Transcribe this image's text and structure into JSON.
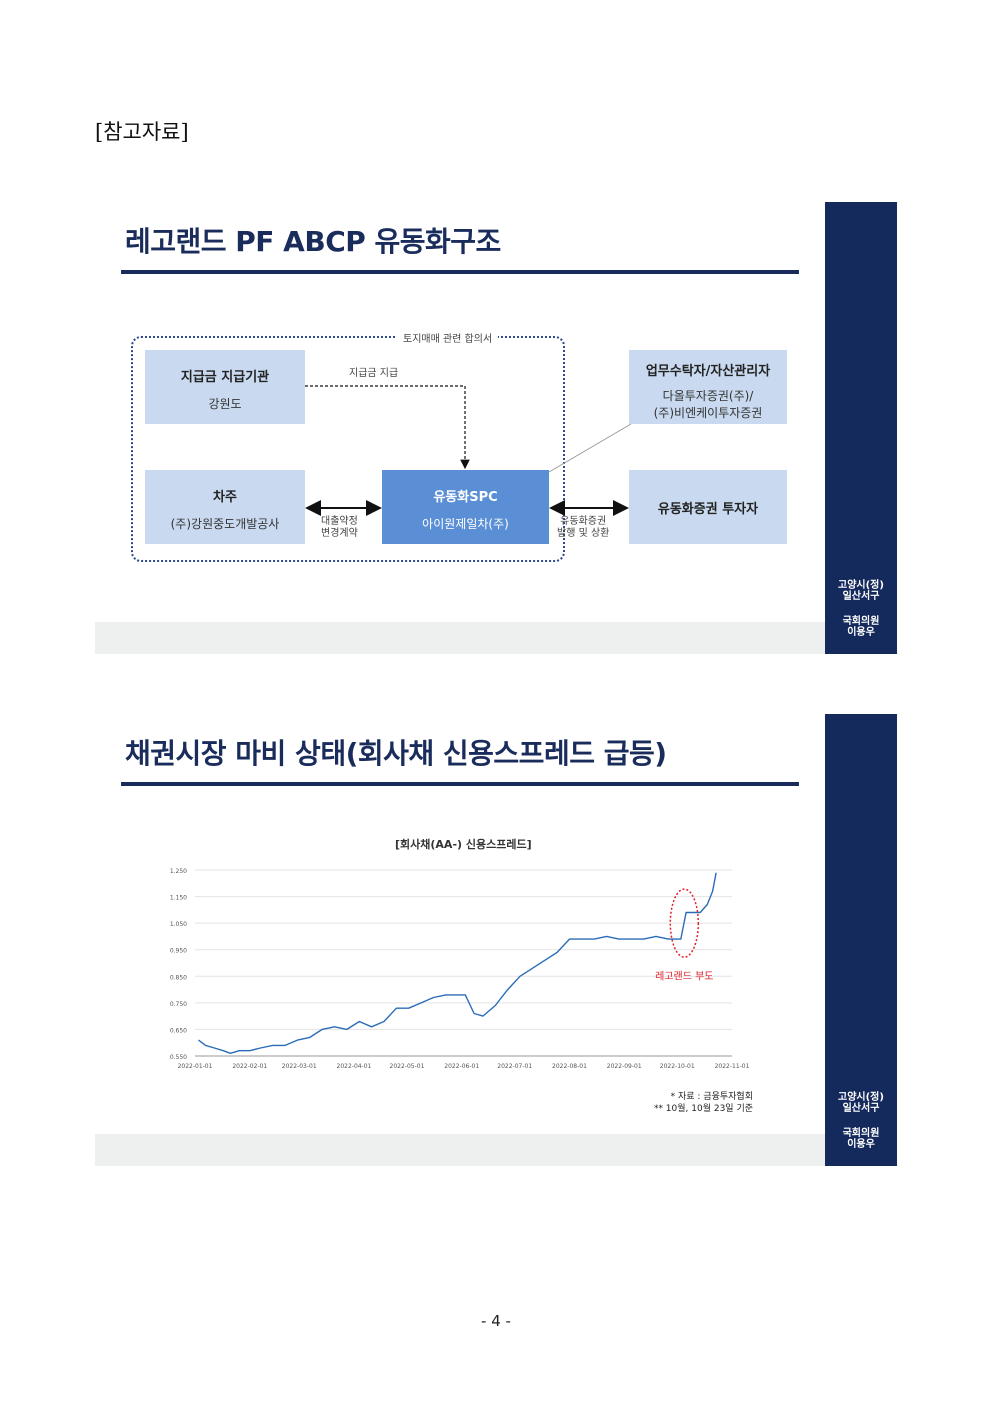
{
  "doc": {
    "ref_label": "[참고자료]",
    "page_number": "- 4 -"
  },
  "slide1": {
    "title": "레고랜드 PF ABCP 유동화구조",
    "frame_label": "토지매매 관련 합의서",
    "box_payer": {
      "title": "지급금 지급기관",
      "sub": "강원도"
    },
    "box_trustee": {
      "title": "업무수탁자/자산관리자",
      "sub1": "다올투자증권(주)/",
      "sub2": "(주)비엔케이투자증권"
    },
    "box_borrower": {
      "title": "차주",
      "sub": "(주)강원중도개발공사"
    },
    "box_spc": {
      "title": "유동화SPC",
      "sub": "아이원제일차(주)"
    },
    "box_investor": {
      "title": "유동화증권 투자자"
    },
    "arrow_payment": "지급금 지급",
    "arrow_loan_1": "대출약정",
    "arrow_loan_2": "변경계약",
    "arrow_issue_1": "유동화증권",
    "arrow_issue_2": "발행 및 상환",
    "side_1": "고양시(정)",
    "side_2": "일산서구",
    "side_3": "국회의원",
    "side_4": "이용우"
  },
  "slide2": {
    "title": "채권시장 마비 상태(회사채 신용스프레드 급등)",
    "annotation": "레고랜드 부도",
    "note1": "* 자료 : 금융투자협회",
    "note2": "** 10월, 10월 23일 기준",
    "side_1": "고양시(정)",
    "side_2": "일산서구",
    "side_3": "국회의원",
    "side_4": "이용우"
  },
  "chart_data": {
    "type": "line",
    "title": "[회사채(AA-) 신용스프레드]",
    "xlabel": "",
    "ylabel": "",
    "ylim": [
      0.55,
      1.25
    ],
    "yticks": [
      "1.250",
      "1.150",
      "1.050",
      "0.950",
      "0.850",
      "0.750",
      "0.650",
      "0.550"
    ],
    "yticks_num": [
      1.25,
      1.15,
      1.05,
      0.95,
      0.85,
      0.75,
      0.65,
      0.55
    ],
    "xticks": [
      "2022-01-01",
      "2022-02-01",
      "2022-03-01",
      "2022-04-01",
      "2022-05-01",
      "2022-06-01",
      "2022-07-01",
      "2022-08-01",
      "2022-09-01",
      "2022-10-01",
      "2022-11-01"
    ],
    "grid": true,
    "line_color": "#2b6cb8",
    "highlight_color": "#e0202a",
    "series": [
      {
        "x": [
          "2022-01-03",
          "2022-01-07",
          "2022-01-12",
          "2022-01-17",
          "2022-01-21",
          "2022-01-26",
          "2022-02-01",
          "2022-02-07",
          "2022-02-14",
          "2022-02-21",
          "2022-02-28",
          "2022-03-07",
          "2022-03-14",
          "2022-03-21",
          "2022-03-28",
          "2022-04-04",
          "2022-04-11",
          "2022-04-18",
          "2022-04-25",
          "2022-05-02",
          "2022-05-09",
          "2022-05-16",
          "2022-05-23",
          "2022-05-30",
          "2022-06-03",
          "2022-06-08",
          "2022-06-13",
          "2022-06-20",
          "2022-06-27",
          "2022-07-04",
          "2022-07-11",
          "2022-07-18",
          "2022-07-25",
          "2022-08-01",
          "2022-08-08",
          "2022-08-15",
          "2022-08-22",
          "2022-08-29",
          "2022-09-05",
          "2022-09-12",
          "2022-09-19",
          "2022-09-26",
          "2022-10-03",
          "2022-10-06",
          "2022-10-10",
          "2022-10-14",
          "2022-10-18",
          "2022-10-21",
          "2022-10-23"
        ],
        "y": [
          0.61,
          0.59,
          0.58,
          0.57,
          0.56,
          0.57,
          0.57,
          0.58,
          0.59,
          0.59,
          0.61,
          0.62,
          0.65,
          0.66,
          0.65,
          0.68,
          0.66,
          0.68,
          0.73,
          0.73,
          0.75,
          0.77,
          0.78,
          0.78,
          0.78,
          0.71,
          0.7,
          0.74,
          0.8,
          0.85,
          0.88,
          0.91,
          0.94,
          0.99,
          0.99,
          0.99,
          1.0,
          0.99,
          0.99,
          0.99,
          1.0,
          0.99,
          0.99,
          1.09,
          1.09,
          1.09,
          1.12,
          1.17,
          1.24
        ]
      }
    ]
  }
}
